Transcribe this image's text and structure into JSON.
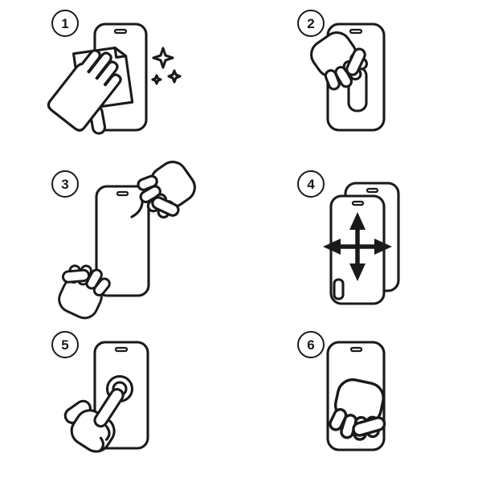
{
  "meta": {
    "title": "Screen protector installation steps"
  },
  "colors": {
    "line": "#1a1a1a",
    "background": "#ffffff"
  },
  "steps": [
    {
      "number": "1",
      "icon": "clean-screen-with-wipe-illustration"
    },
    {
      "number": "2",
      "icon": "peel-liner-tab-illustration"
    },
    {
      "number": "3",
      "icon": "remove-film-corner-illustration"
    },
    {
      "number": "4",
      "icon": "align-protector-arrows-illustration"
    },
    {
      "number": "5",
      "icon": "press-center-touch-illustration"
    },
    {
      "number": "6",
      "icon": "smooth-surface-hand-illustration"
    }
  ]
}
